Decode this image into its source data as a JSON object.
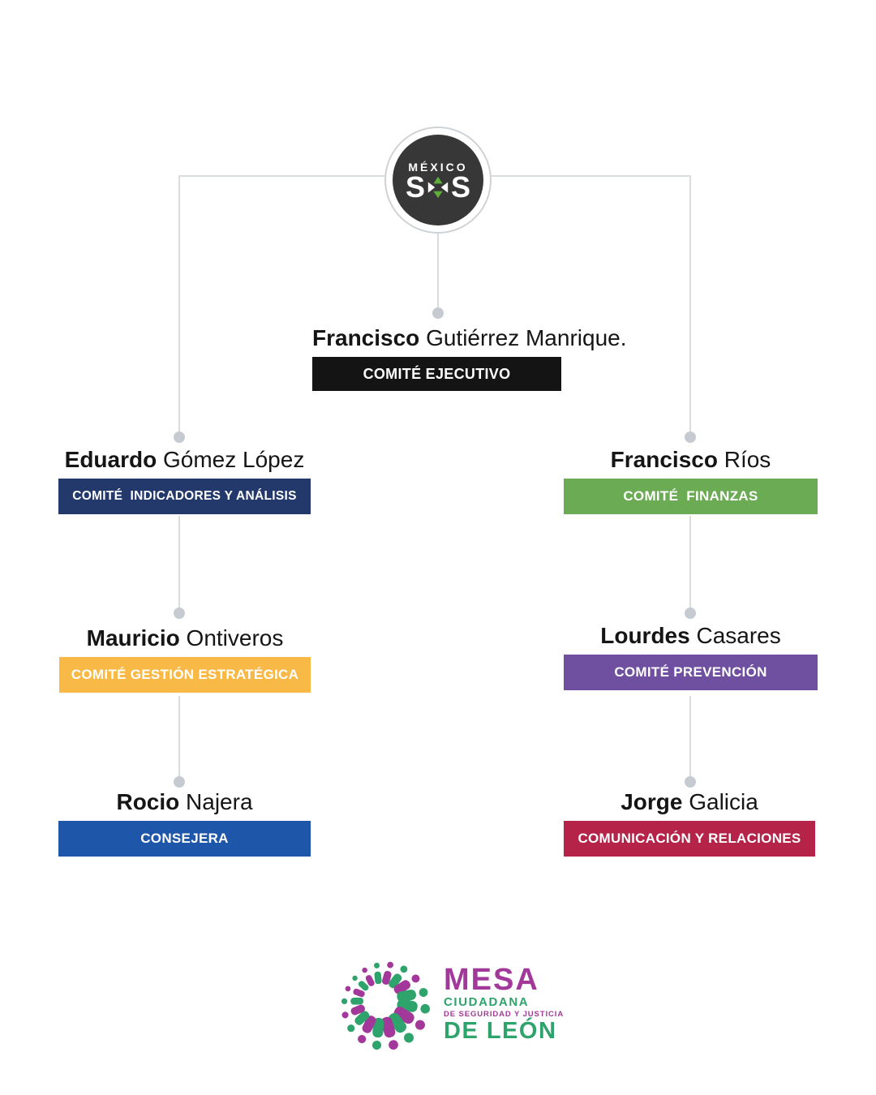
{
  "header_logo": {
    "country": "MÉXICO",
    "s1": "S",
    "s2": "S",
    "circle_color": "#373737",
    "accent_green": "#5FAE3C"
  },
  "nodes": {
    "ejecutivo": {
      "first": "Francisco",
      "last": "Gutiérrez Manrique.",
      "badge": "COMITÉ EJECUTIVO",
      "color": "#141414"
    },
    "indicadores": {
      "first": "Eduardo",
      "last": "Gómez López",
      "badge": "COMITÉ  INDICADORES Y ANÁLISIS",
      "color": "#24396B"
    },
    "finanzas": {
      "first": "Francisco",
      "last": "Ríos",
      "badge": "COMITÉ  FINANZAS",
      "color": "#6BAB54"
    },
    "gestion": {
      "first": "Mauricio",
      "last": "Ontiveros",
      "badge": "COMITÉ GESTIÓN ESTRATÉGICA",
      "color": "#F9B946"
    },
    "prevencion": {
      "first": "Lourdes",
      "last": "Casares",
      "badge": "COMITÉ PREVENCIÓN",
      "color": "#6F4FA0"
    },
    "consejera": {
      "first": "Rocio",
      "last": "Najera",
      "badge": "CONSEJERA",
      "color": "#1E57A9"
    },
    "comunicacion": {
      "first": "Jorge",
      "last": "Galicia",
      "badge": "COMUNICACIÓN Y RELACIONES",
      "color": "#B52349"
    }
  },
  "footer_logo": {
    "line1": "MESA",
    "line2": "CIUDADANA",
    "line3": "DE SEGURIDAD Y JUSTICIA",
    "line4": "DE LEÓN",
    "magenta": "#A2399A",
    "green": "#2EA36B"
  },
  "colors": {
    "connector_line": "#DADDE0",
    "connector_dot": "#C6CBD2",
    "background": "#FFFFFF"
  }
}
